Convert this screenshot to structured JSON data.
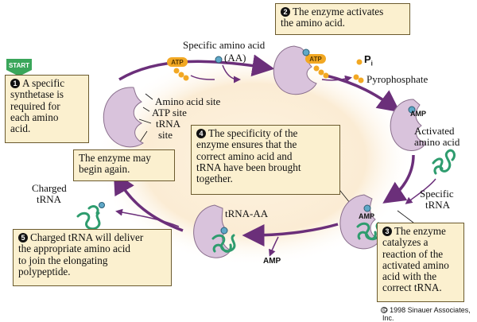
{
  "labels": {
    "specific_amino_acid": "Specific amino acid",
    "aa": "(AA)",
    "amino_acid_site": "Amino acid site",
    "atp_site": "ATP site",
    "trna_site_1": "tRNA",
    "trna_site_2": "site",
    "pyrophosphate": "Pyrophosphate",
    "activated_1": "Activated",
    "activated_2": "amino acid",
    "specific_trna_1": "Specific",
    "specific_trna_2": "tRNA",
    "charged_trna_1": "Charged",
    "charged_trna_2": "tRNA",
    "trna_aa": "tRNA-AA",
    "amp_free": "AMP",
    "amp_bound_1": "AMP",
    "amp_bound_2": "AMP",
    "atp_1": "ATP",
    "atp_2": "ATP",
    "pi_p": "P",
    "pi_i": "i",
    "start": "START",
    "copyright": "© 1998 Sinauer Associates, Inc."
  },
  "steps": {
    "s1": {
      "num": "1",
      "text": "A specific\nsynthetase is\nrequired for\neach amino\nacid."
    },
    "s2": {
      "num": "2",
      "text": "The enzyme activates\nthe amino acid."
    },
    "s3": {
      "num": "3",
      "text": "The enzyme\ncatalyzes a\nreaction of the\nactivated amino\nacid with the\ncorrect tRNA."
    },
    "s4": {
      "num": "4",
      "text": "The specificity of the\nenzyme ensures that the\ncorrect amino acid and\ntRNA have been brought\ntogether."
    },
    "s5": {
      "num": "5",
      "text": "Charged tRNA will deliver\nthe appropriate amino acid\nto join the elongating\npolypeptide."
    },
    "again": {
      "text": "The enzyme may\nbegin again."
    }
  },
  "colors": {
    "box_fill": "#fbf0cf",
    "arrow": "#6b2f7a",
    "enzyme": "#d9c3dc",
    "atp": "#f2a823",
    "trna": "#2e9c6e",
    "amino_acid": "#5fa8c8",
    "start_badge": "#3aa65a",
    "background_glow": "#fbeed6"
  }
}
